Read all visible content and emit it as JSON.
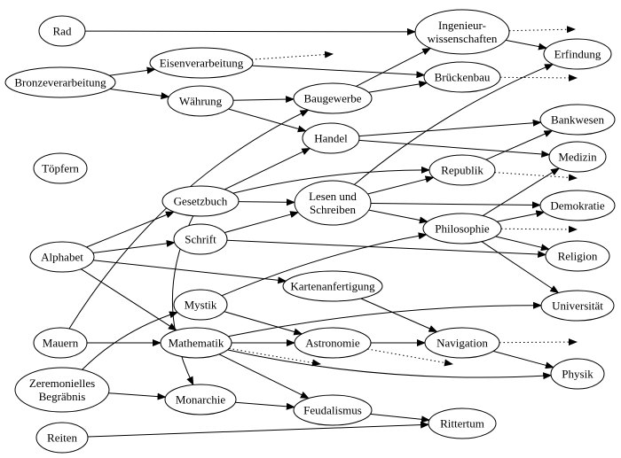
{
  "diagram": {
    "type": "directed-graph",
    "nodes": [
      {
        "id": "rad",
        "label": "Rad"
      },
      {
        "id": "bronze",
        "label": "Bronzeverarbeitung"
      },
      {
        "id": "toepfern",
        "label": "Töpfern"
      },
      {
        "id": "alphabet",
        "label": "Alphabet"
      },
      {
        "id": "mauern",
        "label": "Mauern"
      },
      {
        "id": "zeremoniell",
        "label": "Zeremonielles Begräbnis"
      },
      {
        "id": "reiten",
        "label": "Reiten"
      },
      {
        "id": "eisen",
        "label": "Eisenverarbeitung"
      },
      {
        "id": "waehrung",
        "label": "Währung"
      },
      {
        "id": "gesetzbuch",
        "label": "Gesetzbuch"
      },
      {
        "id": "schrift",
        "label": "Schrift"
      },
      {
        "id": "mystik",
        "label": "Mystik"
      },
      {
        "id": "mathematik",
        "label": "Mathematik"
      },
      {
        "id": "monarchie",
        "label": "Monarchie"
      },
      {
        "id": "baugewerbe",
        "label": "Baugewerbe"
      },
      {
        "id": "handel",
        "label": "Handel"
      },
      {
        "id": "lesen",
        "label": "Lesen und Schreiben"
      },
      {
        "id": "karten",
        "label": "Kartenanfertigung"
      },
      {
        "id": "astronomie",
        "label": "Astronomie"
      },
      {
        "id": "feudalismus",
        "label": "Feudalismus"
      },
      {
        "id": "ingenieur",
        "label": "Ingenieur- wissenschaften"
      },
      {
        "id": "bruecken",
        "label": "Brückenbau"
      },
      {
        "id": "republik",
        "label": "Republik"
      },
      {
        "id": "philosophie",
        "label": "Philosophie"
      },
      {
        "id": "navigation",
        "label": "Navigation"
      },
      {
        "id": "rittertum",
        "label": "Rittertum"
      },
      {
        "id": "erfindung",
        "label": "Erfindung"
      },
      {
        "id": "bankwesen",
        "label": "Bankwesen"
      },
      {
        "id": "medizin",
        "label": "Medizin"
      },
      {
        "id": "demokratie",
        "label": "Demokratie"
      },
      {
        "id": "religion",
        "label": "Religion"
      },
      {
        "id": "universitaet",
        "label": "Universität"
      },
      {
        "id": "physik",
        "label": "Physik"
      }
    ],
    "edges": [
      {
        "from": "rad",
        "to": "ingenieur"
      },
      {
        "from": "bronze",
        "to": "eisen"
      },
      {
        "from": "bronze",
        "to": "waehrung"
      },
      {
        "from": "eisen",
        "to": "bruecken"
      },
      {
        "from": "waehrung",
        "to": "baugewerbe"
      },
      {
        "from": "waehrung",
        "to": "handel"
      },
      {
        "from": "baugewerbe",
        "to": "ingenieur"
      },
      {
        "from": "baugewerbe",
        "to": "bruecken"
      },
      {
        "from": "ingenieur",
        "to": "erfindung"
      },
      {
        "from": "handel",
        "to": "bankwesen"
      },
      {
        "from": "handel",
        "to": "medizin"
      },
      {
        "from": "gesetzbuch",
        "to": "handel"
      },
      {
        "from": "gesetzbuch",
        "to": "republik"
      },
      {
        "from": "gesetzbuch",
        "to": "lesen"
      },
      {
        "from": "gesetzbuch",
        "to": "monarchie"
      },
      {
        "from": "alphabet",
        "to": "gesetzbuch"
      },
      {
        "from": "alphabet",
        "to": "schrift"
      },
      {
        "from": "alphabet",
        "to": "karten"
      },
      {
        "from": "alphabet",
        "to": "mathematik"
      },
      {
        "from": "schrift",
        "to": "lesen"
      },
      {
        "from": "schrift",
        "to": "religion"
      },
      {
        "from": "lesen",
        "to": "republik"
      },
      {
        "from": "lesen",
        "to": "demokratie"
      },
      {
        "from": "lesen",
        "to": "philosophie"
      },
      {
        "from": "lesen",
        "to": "erfindung"
      },
      {
        "from": "republik",
        "to": "bankwesen"
      },
      {
        "from": "philosophie",
        "to": "medizin"
      },
      {
        "from": "philosophie",
        "to": "demokratie"
      },
      {
        "from": "philosophie",
        "to": "religion"
      },
      {
        "from": "philosophie",
        "to": "universitaet"
      },
      {
        "from": "mystik",
        "to": "philosophie"
      },
      {
        "from": "mystik",
        "to": "astronomie"
      },
      {
        "from": "karten",
        "to": "navigation"
      },
      {
        "from": "mauern",
        "to": "mathematik"
      },
      {
        "from": "mauern",
        "to": "baugewerbe"
      },
      {
        "from": "mathematik",
        "to": "astronomie"
      },
      {
        "from": "mathematik",
        "to": "universitaet"
      },
      {
        "from": "mathematik",
        "to": "physik"
      },
      {
        "from": "mathematik",
        "to": "feudalismus"
      },
      {
        "from": "astronomie",
        "to": "navigation"
      },
      {
        "from": "navigation",
        "to": "physik"
      },
      {
        "from": "zeremoniell",
        "to": "mystik"
      },
      {
        "from": "zeremoniell",
        "to": "monarchie"
      },
      {
        "from": "monarchie",
        "to": "feudalismus"
      },
      {
        "from": "feudalismus",
        "to": "rittertum"
      },
      {
        "from": "reiten",
        "to": "rittertum"
      },
      {
        "from": "ingenieur",
        "to": "",
        "style": "dotted"
      },
      {
        "from": "eisen",
        "to": "",
        "style": "dotted"
      },
      {
        "from": "bruecken",
        "to": "",
        "style": "dotted"
      },
      {
        "from": "republik",
        "to": "",
        "style": "dotted"
      },
      {
        "from": "philosophie",
        "to": "",
        "style": "dotted"
      },
      {
        "from": "navigation",
        "to": "",
        "style": "dotted"
      },
      {
        "from": "mathematik",
        "to": "",
        "style": "dotted"
      },
      {
        "from": "astronomie",
        "to": "",
        "style": "dotted"
      }
    ]
  }
}
